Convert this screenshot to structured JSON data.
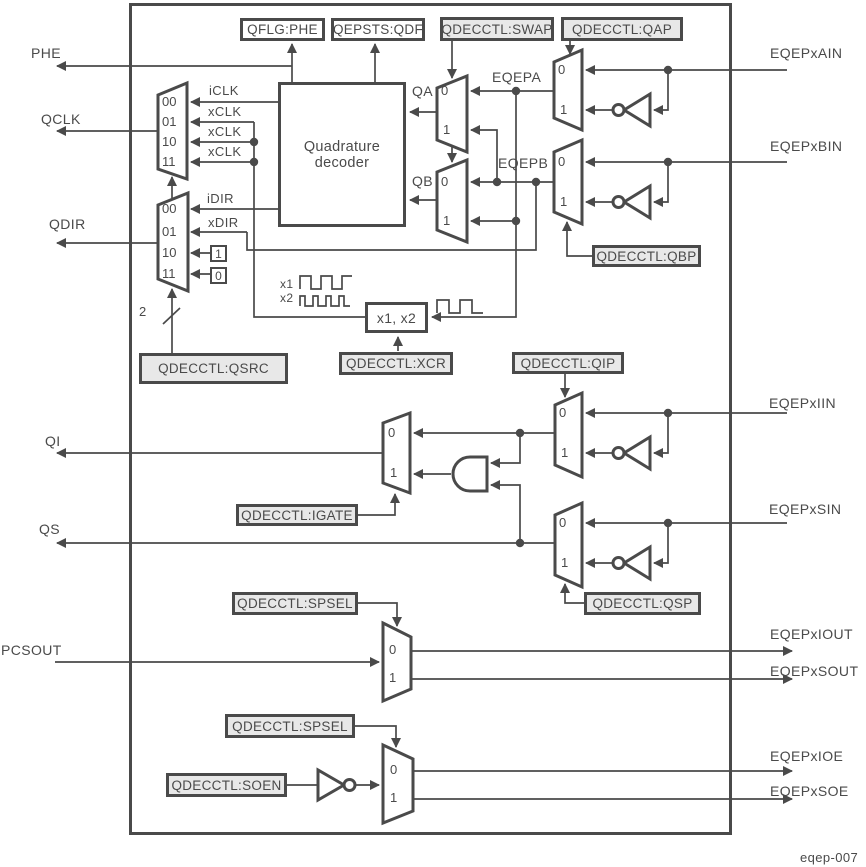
{
  "diagram": {
    "figure_id": "eqep-007",
    "colors": {
      "line": "#4a4a4a",
      "register_fill": "#e8e8e8",
      "background": "#ffffff"
    },
    "block": {
      "decoder_line1": "Quadrature",
      "decoder_line2": "decoder",
      "x1x2": "x1, x2"
    },
    "registers": {
      "qflg_phe": "QFLG:PHE",
      "qepsts_qdf": "QEPSTS:QDF",
      "swap": "QDECCTL:SWAP",
      "qap": "QDECCTL:QAP",
      "qbp": "QDECCTL:QBP",
      "qsrc": "QDECCTL:QSRC",
      "xcr": "QDECCTL:XCR",
      "qip": "QDECCTL:QIP",
      "igate": "QDECCTL:IGATE",
      "qsp": "QDECCTL:QSP",
      "spsel": "QDECCTL:SPSEL",
      "soen": "QDECCTL:SOEN"
    },
    "left_signals": {
      "phe": "PHE",
      "qclk": "QCLK",
      "qdir": "QDIR",
      "qi": "QI",
      "qs": "QS",
      "pcsout": "PCSOUT"
    },
    "right_signals": {
      "ain": "EQEPxAIN",
      "bin": "EQEPxBIN",
      "iin": "EQEPxIIN",
      "sin": "EQEPxSIN",
      "iout": "EQEPxIOUT",
      "sout": "EQEPxSOUT",
      "ioe": "EQEPxIOE",
      "soe": "EQEPxSOE"
    },
    "internal": {
      "eqepa": "EQEPA",
      "eqepb": "EQEPB",
      "qa": "QA",
      "qb": "QB",
      "iclk": "iCLK",
      "xclk": "xCLK",
      "idir": "iDIR",
      "xdir": "xDIR",
      "x1": "x1",
      "x2": "x2",
      "bus_width": "2",
      "const_one": "1",
      "const_zero": "0"
    },
    "mux": {
      "s00": "00",
      "s01": "01",
      "s10": "10",
      "s11": "11",
      "in0": "0",
      "in1": "1"
    }
  }
}
